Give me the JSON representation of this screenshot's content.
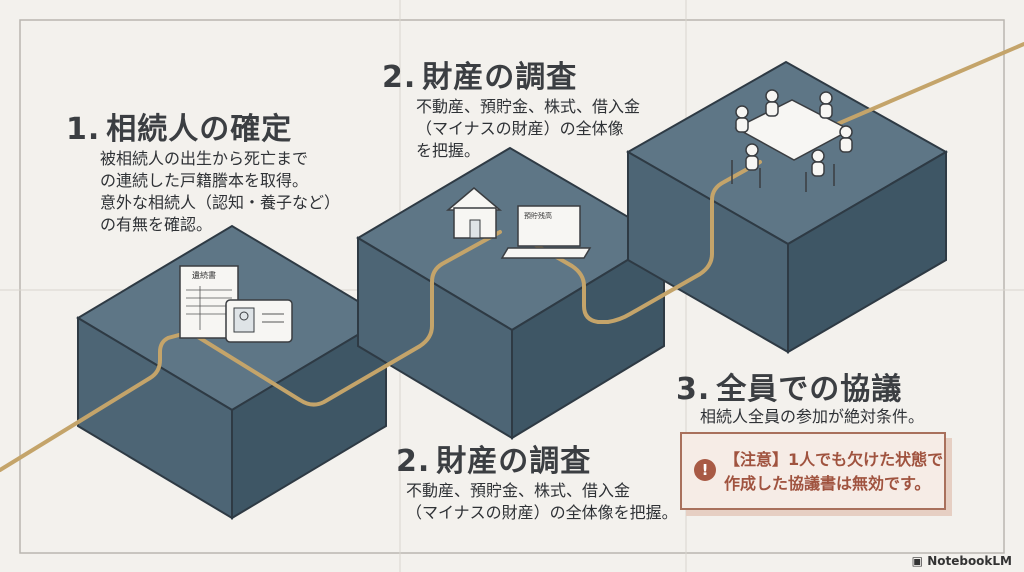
{
  "steps": [
    {
      "number": "1.",
      "title": "相続人の確定",
      "body": [
        "被相続人の出生から死亡まで",
        "の連続した戸籍謄本を取得。",
        "意外な相続人（認知・養子など）",
        "の有無を確認。"
      ]
    },
    {
      "number": "2.",
      "title": "財産の調査",
      "body": [
        "不動産、預貯金、株式、借入金",
        "（マイナスの財産）の全体像",
        "を把握。"
      ]
    },
    {
      "number": "2.",
      "title": "財産の調査",
      "body": [
        "不動産、預貯金、株式、借入金",
        "（マイナスの財産）の全体像を把握。"
      ]
    },
    {
      "number": "3.",
      "title": "全員での協議",
      "body": [
        "相続人全員の参加が絶対条件。"
      ]
    }
  ],
  "warning": {
    "icon": "!",
    "lines": [
      "【注意】1人でも欠けた状態で",
      "作成した協議書は無効です。"
    ]
  },
  "doc_labels": {
    "will": "遺続書",
    "bank": "預貯残高"
  },
  "brand": "NotebookLM",
  "colors": {
    "block_top": "#5e7686",
    "block_left": "#4d6575",
    "block_right": "#3e5665",
    "path": "#c4a46a",
    "background": "#f3f1ed",
    "warning_border": "#a9705c"
  }
}
